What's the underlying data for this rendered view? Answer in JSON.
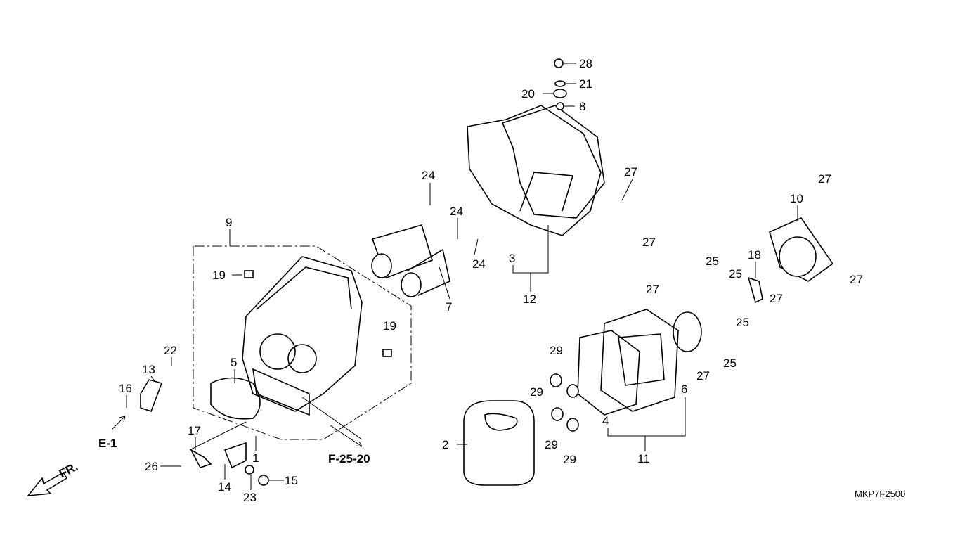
{
  "diagram": {
    "code": "MKP7F2500",
    "front_arrow_label": "FR.",
    "refs": [
      "E-1",
      "F-25-20"
    ],
    "callouts": [
      "28",
      "21",
      "20",
      "8",
      "27",
      "24",
      "24",
      "24",
      "9",
      "3",
      "12",
      "7",
      "19",
      "19",
      "22",
      "13",
      "16",
      "5",
      "17",
      "26",
      "1",
      "14",
      "23",
      "15",
      "2",
      "29",
      "29",
      "29",
      "29",
      "4",
      "11",
      "6",
      "27",
      "25",
      "25",
      "25",
      "25",
      "27",
      "27",
      "18",
      "27",
      "27",
      "10",
      "27"
    ]
  }
}
